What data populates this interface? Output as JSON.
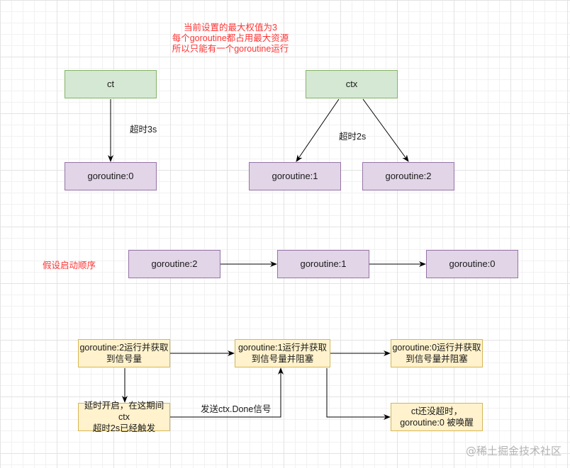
{
  "top_note": "当前设置的最大权值为3\n每个goroutine都占用最大资源\n所以只能有一个goroutine运行",
  "nodes": {
    "ct": "ct",
    "ctx": "ctx",
    "g0_top": "goroutine:0",
    "g1_top": "goroutine:1",
    "g2_top": "goroutine:2",
    "g2_mid": "goroutine:2",
    "g1_mid": "goroutine:1",
    "g0_mid": "goroutine:0",
    "step_g2": "goroutine:2运行并获取\n到信号量",
    "step_g1": "goroutine:1运行并获取\n到信号量并阻塞",
    "step_g0": "goroutine:0运行并获取\n到信号量并阻塞",
    "step_delay": "延时开启，在这期间ctx\n超时2s已经触发",
    "step_wake": "ct还没超时，\ngoroutine:0 被唤醒"
  },
  "labels": {
    "timeout_3s": "超时3s",
    "timeout_2s": "超时2s",
    "start_order": "假设启动顺序",
    "send_done": "发送ctx.Done信号"
  },
  "watermark": "@稀土掘金技术社区",
  "colors": {
    "green_fill": "#d5e8d4",
    "purple_fill": "#e1d5e7",
    "yellow_fill": "#fff2cc",
    "note_red": "#ff3333"
  }
}
